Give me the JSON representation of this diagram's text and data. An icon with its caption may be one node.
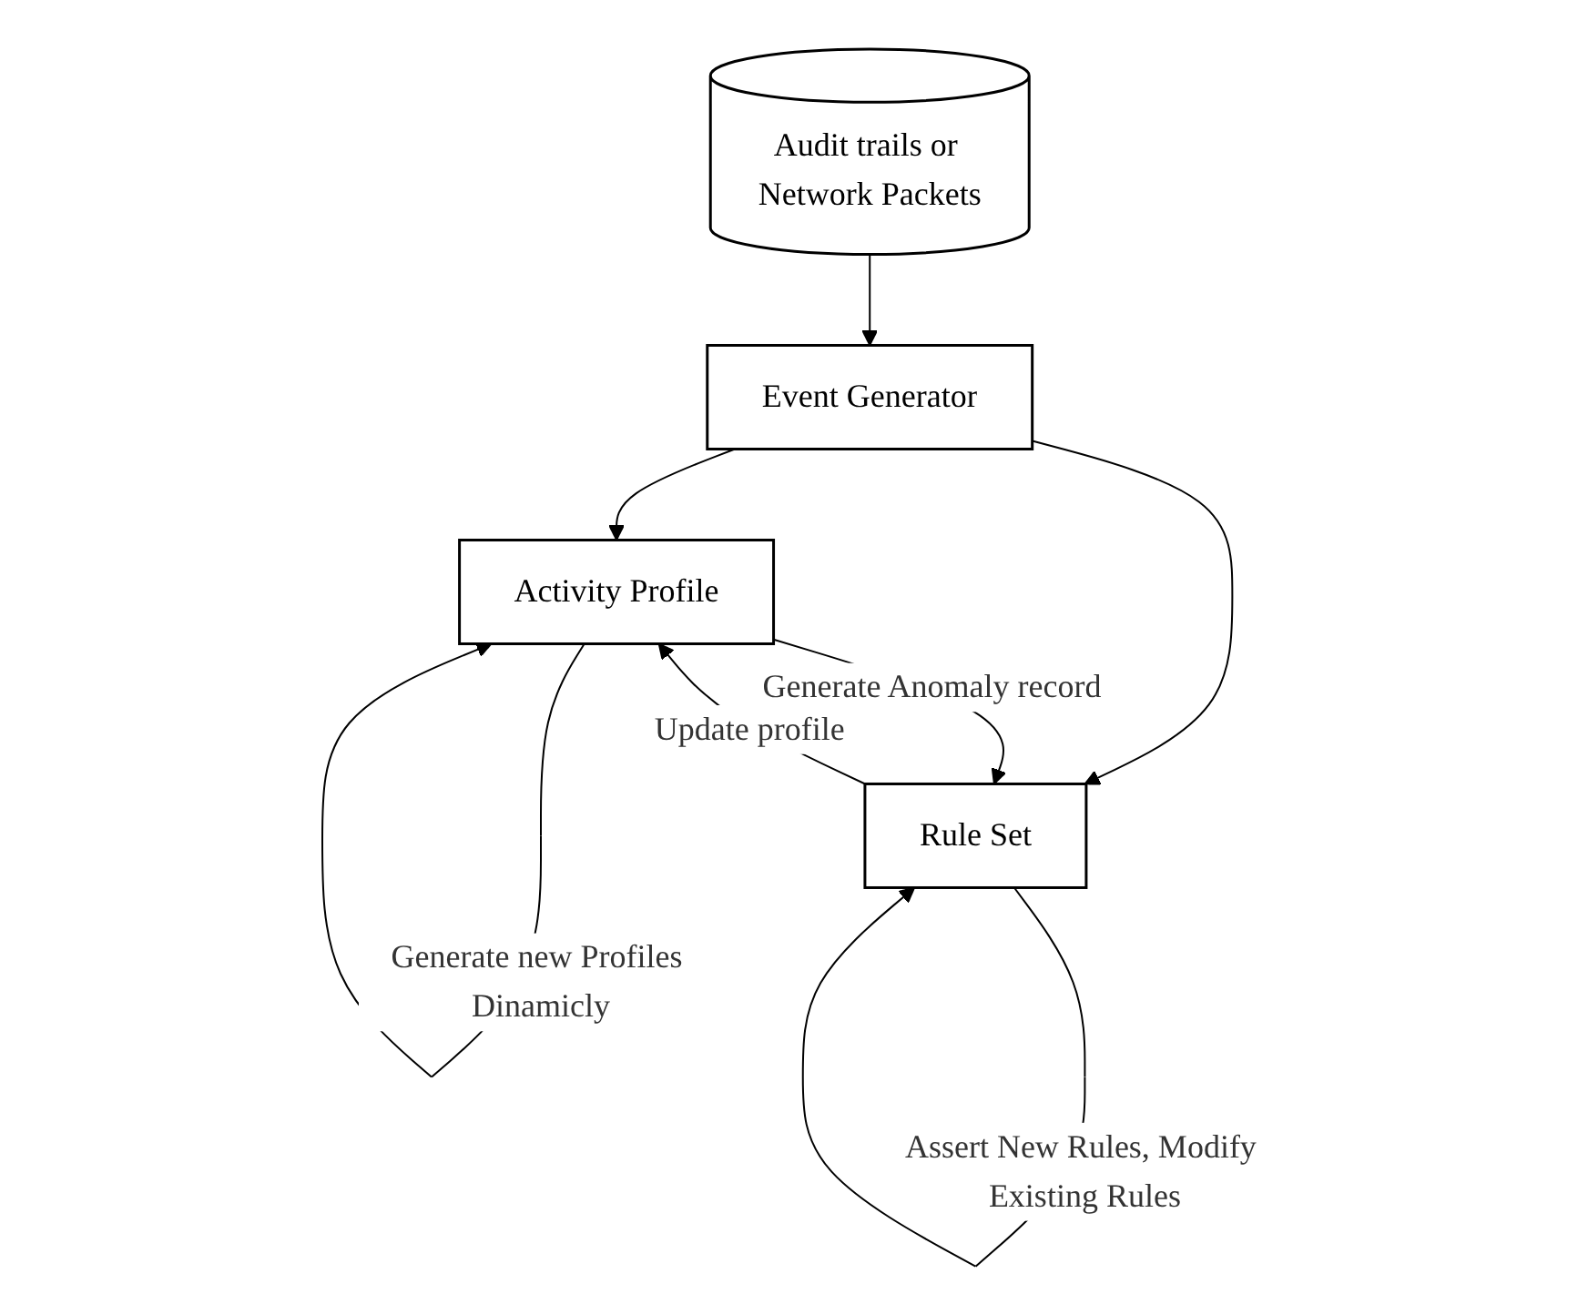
{
  "diagram": {
    "nodes": [
      {
        "text": [
          "Audit trails or Network Packets"
        ]
      },
      {
        "text": [
          "Event Generator"
        ]
      },
      {
        "text": [
          "Activity Profile"
        ]
      },
      {
        "text": [
          "Rule Set"
        ]
      }
    ],
    "edges": [
      {
        "from": 0,
        "to": 1,
        "arrow": "to"
      },
      {
        "from": 1,
        "to": 2,
        "arrow": "to"
      },
      {
        "from": 1,
        "to": 3,
        "arrow": "to"
      },
      {
        "from": 3,
        "to": 2,
        "arrow": "to",
        "label": "Update profile"
      },
      {
        "from": 2,
        "to": 3,
        "arrow": "to",
        "label": "Generate Anomaly record"
      },
      {
        "from": 2,
        "to": 2,
        "arrow": "to",
        "label": "Generate new Profiles Dinamicly"
      },
      {
        "from": 3,
        "to": 3,
        "arrow": "to",
        "label": "Assert New Rules, Modify Existing Rules"
      }
    ]
  }
}
